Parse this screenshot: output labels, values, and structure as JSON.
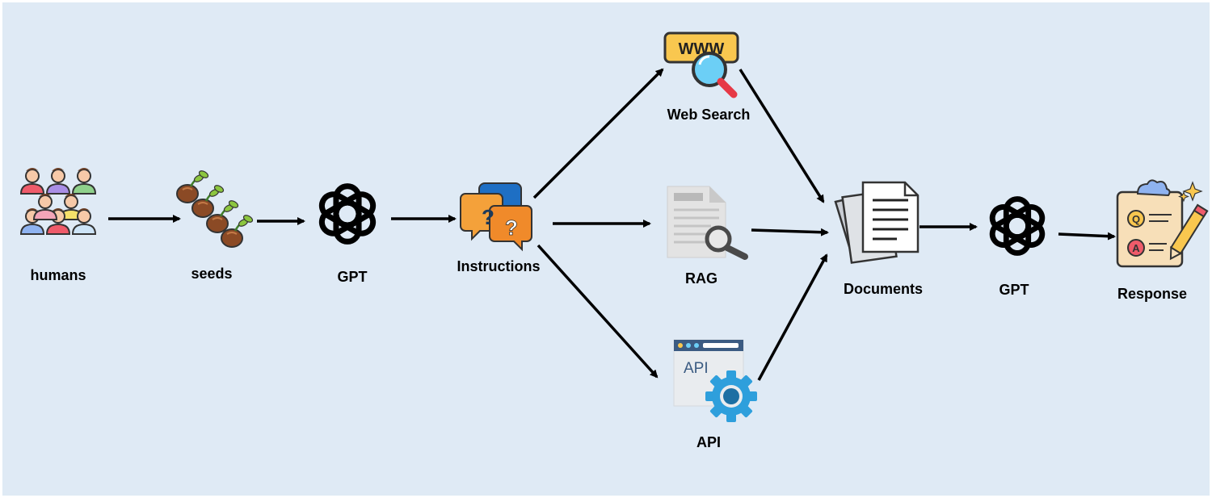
{
  "nodes": {
    "humans": {
      "label": "humans",
      "icon": "people-group-icon"
    },
    "seeds": {
      "label": "seeds",
      "icon": "sprouting-seeds-icon"
    },
    "gpt1": {
      "label": "GPT",
      "icon": "openai-logo-icon"
    },
    "instructions": {
      "label": "Instructions",
      "icon": "question-bubbles-icon"
    },
    "web_search": {
      "label": "Web Search",
      "icon": "www-magnifier-icon",
      "badge": "WWW"
    },
    "rag": {
      "label": "RAG",
      "icon": "document-search-icon"
    },
    "api": {
      "label": "API",
      "icon": "api-gear-icon",
      "badge": "API"
    },
    "documents": {
      "label": "Documents",
      "icon": "documents-stack-icon"
    },
    "gpt2": {
      "label": "GPT",
      "icon": "openai-logo-icon"
    },
    "response": {
      "label": "Response",
      "icon": "qa-clipboard-icon",
      "q": "Q",
      "a": "A"
    }
  },
  "edges": [
    [
      "humans",
      "seeds"
    ],
    [
      "seeds",
      "gpt1"
    ],
    [
      "gpt1",
      "instructions"
    ],
    [
      "instructions",
      "web_search"
    ],
    [
      "instructions",
      "rag"
    ],
    [
      "instructions",
      "api"
    ],
    [
      "web_search",
      "documents"
    ],
    [
      "rag",
      "documents"
    ],
    [
      "api",
      "documents"
    ],
    [
      "documents",
      "gpt2"
    ],
    [
      "gpt2",
      "response"
    ]
  ],
  "colors": {
    "background": "#dfeaf5",
    "arrow": "#000000",
    "www_yellow": "#f9c74f",
    "magnifier_blue": "#6ccff6",
    "gear_blue": "#2e9fdc",
    "question_orange": "#f4a13a",
    "bubble_blue": "#1e6fc4"
  }
}
